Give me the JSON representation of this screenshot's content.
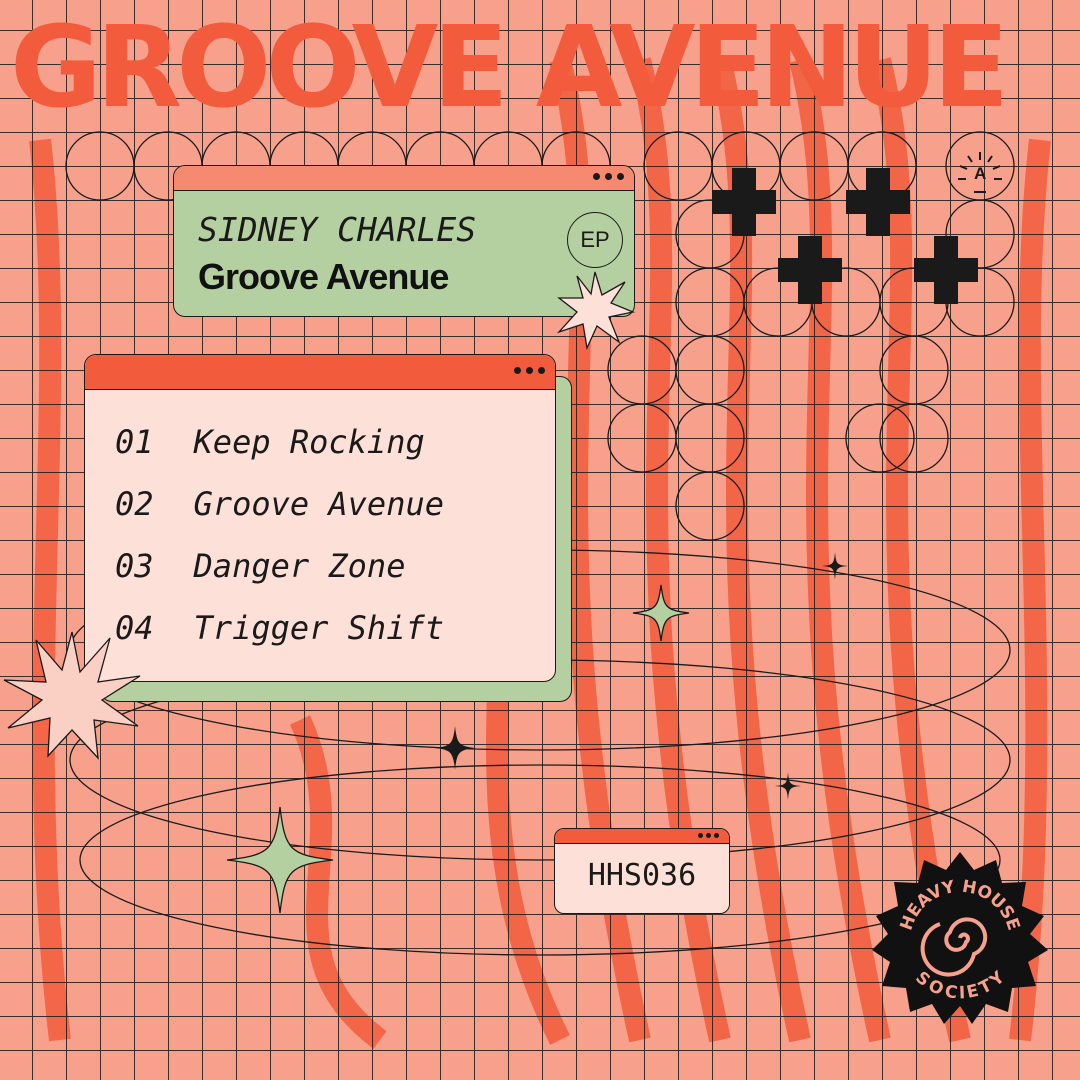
{
  "cover": {
    "background_word": "GROOVE AVENUE",
    "artist": "SIDNEY CHARLES",
    "title": "Groove Avenue",
    "format_badge": "EP",
    "tracklist": [
      {
        "number": "01",
        "title": "Keep Rocking"
      },
      {
        "number": "02",
        "title": "Groove Avenue"
      },
      {
        "number": "03",
        "title": "Danger Zone"
      },
      {
        "number": "04",
        "title": "Trigger Shift"
      }
    ],
    "catalog_number": "HHS036",
    "label_logo_text": "HEAVY HOUSE SOCIETY",
    "corner_icon_letter": "A"
  },
  "colors": {
    "background": "#f7a08c",
    "accent_red": "#f25c3c",
    "green": "#b5d0a0",
    "cream": "#fde0d8",
    "ink": "#1a1a1a"
  }
}
